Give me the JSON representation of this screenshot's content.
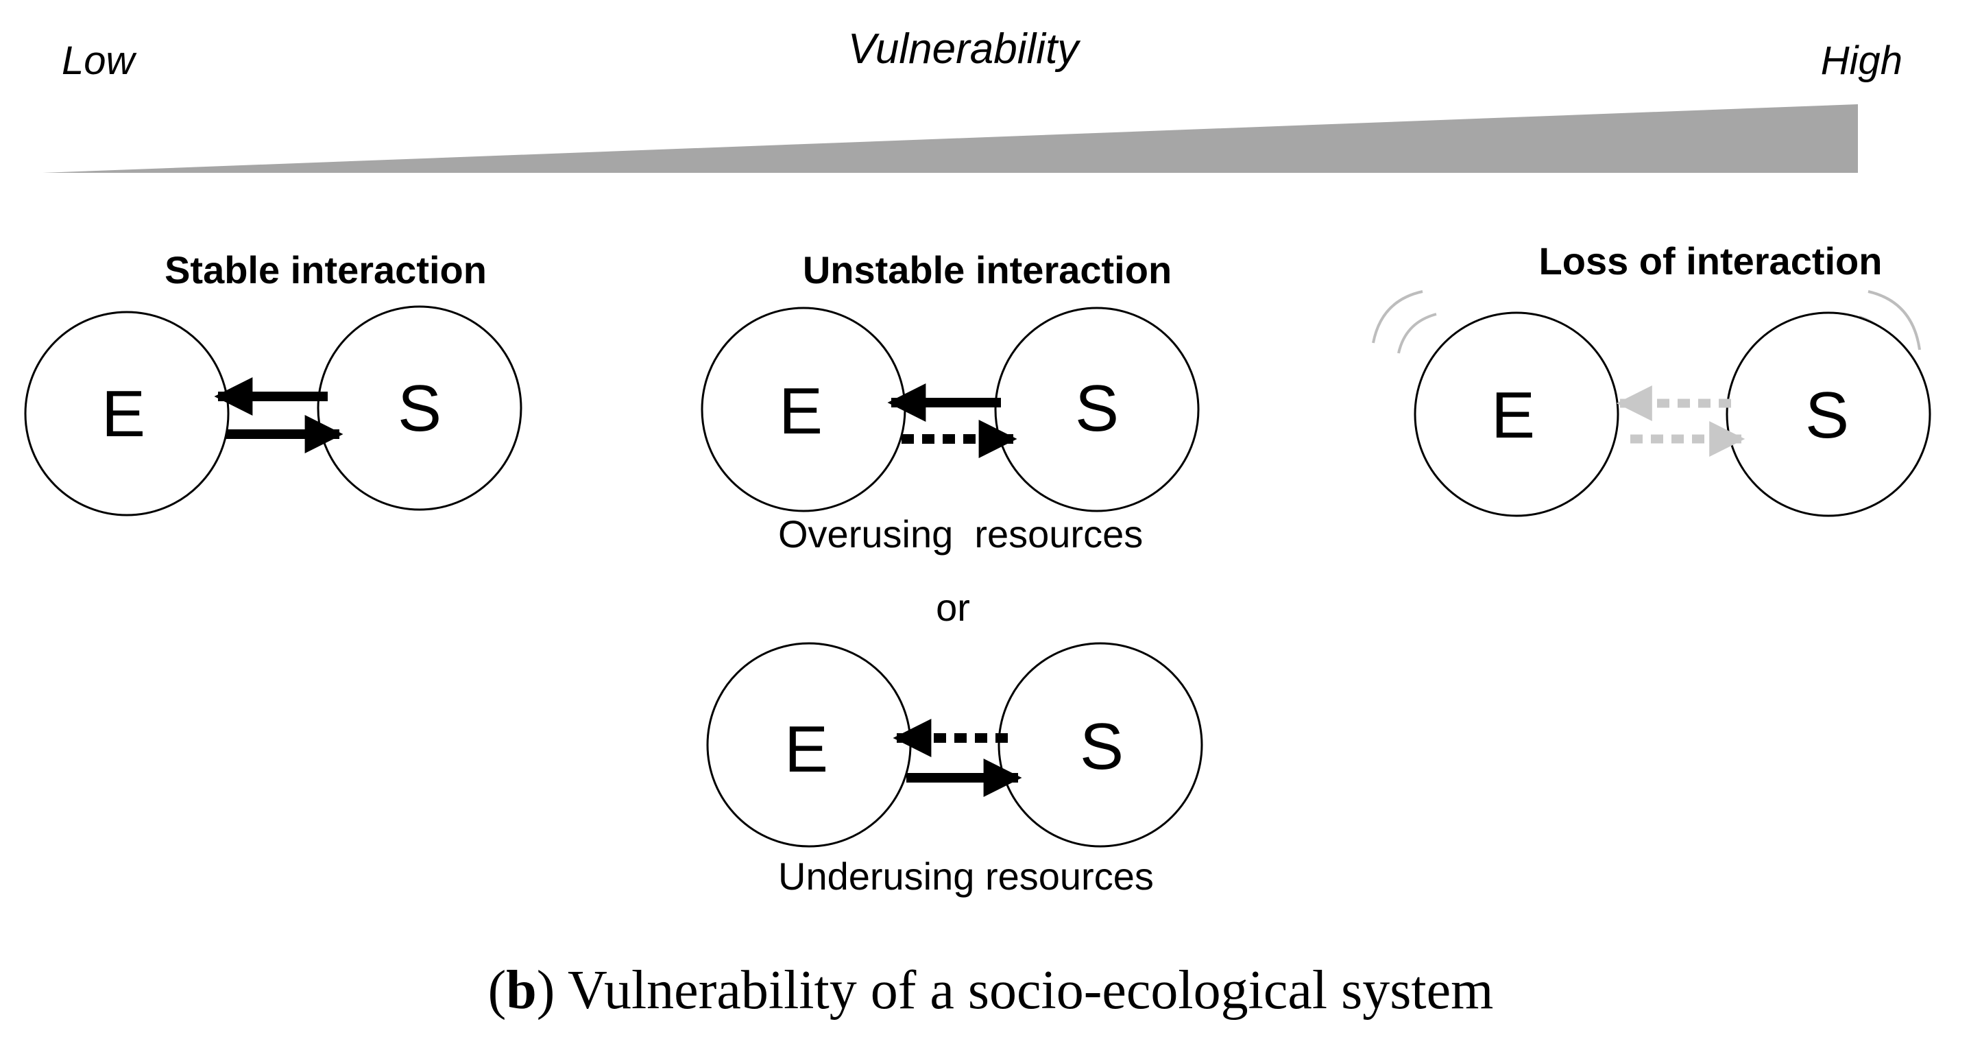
{
  "scale": {
    "low_label": "Low",
    "title": "Vulnerability",
    "high_label": "High",
    "wedge_color": "#a6a6a6"
  },
  "panels": [
    {
      "title": "Stable interaction",
      "left_node": "E",
      "right_node": "S",
      "arrow_to_e": "solid",
      "arrow_to_s": "solid",
      "arrow_color": "#000000"
    },
    {
      "title": "Unstable interaction",
      "variants": [
        {
          "left_node": "E",
          "right_node": "S",
          "arrow_to_e": "solid",
          "arrow_to_s": "dotted",
          "label": "Overusing  resources"
        },
        {
          "left_node": "E",
          "right_node": "S",
          "arrow_to_e": "dotted",
          "arrow_to_s": "solid",
          "label": "Underusing resources"
        }
      ],
      "connector": "or",
      "arrow_color": "#000000"
    },
    {
      "title": "Loss of interaction",
      "left_node": "E",
      "right_node": "S",
      "arrow_to_e": "dotted",
      "arrow_to_s": "dotted",
      "arrow_color": "#c8c8c8",
      "motion_lines_color": "#bdbdbd"
    }
  ],
  "caption": {
    "label": "b",
    "text": "Vulnerability of a socio-ecological system"
  }
}
